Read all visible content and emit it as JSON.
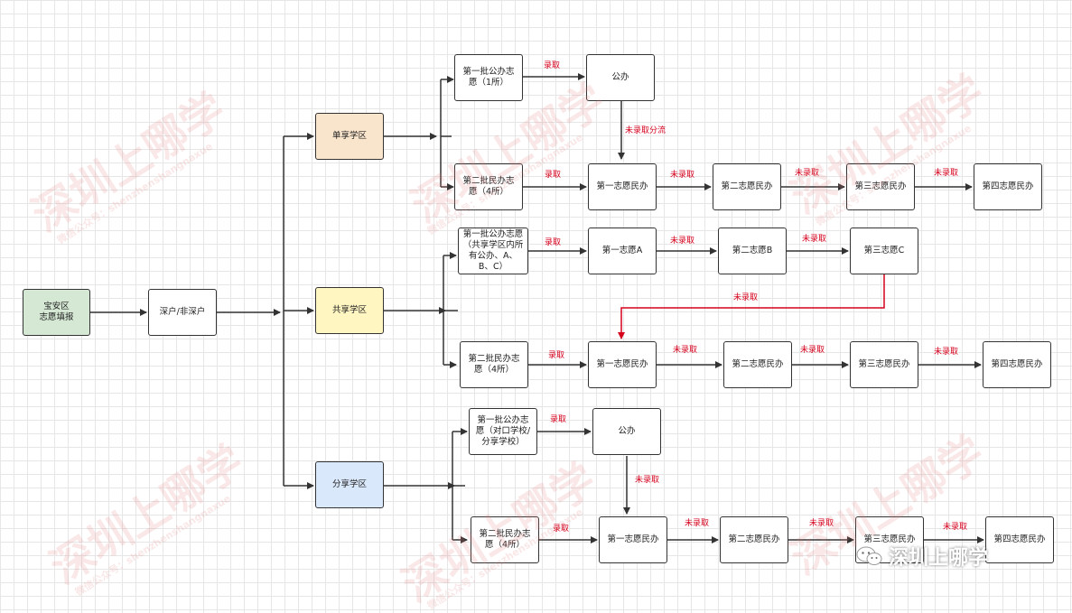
{
  "nodes": {
    "root": "宝安区\n志愿填报",
    "hukou": "深户/非深户",
    "zone_single": "单享学区",
    "zone_shared": "共享学区",
    "zone_split": "分享学区",
    "s1_batch1": "第一批公办志愿（1所）",
    "s1_public": "公办",
    "s1_batch2": "第二批民办志愿（4所）",
    "s1_p1": "第一志愿民办",
    "s1_p2": "第二志愿民办",
    "s1_p3": "第三志愿民办",
    "s1_p4": "第四志愿民办",
    "s2_batch1": "第一批公办志愿（共享学区内所有公办、A、B、C）",
    "s2_c1": "第一志愿A",
    "s2_c2": "第二志愿B",
    "s2_c3": "第三志愿C",
    "s2_batch2": "第二批民办志愿（4所）",
    "s2_p1": "第一志愿民办",
    "s2_p2": "第二志愿民办",
    "s2_p3": "第三志愿民办",
    "s2_p4": "第四志愿民办",
    "s3_batch1": "第一批公办志愿（对口学校/分享学校）",
    "s3_public": "公办",
    "s3_batch2": "第二批民办志愿（4所）",
    "s3_p1": "第一志愿民办",
    "s3_p2": "第二志愿民办",
    "s3_p3": "第三志愿民办",
    "s3_p4": "第四志愿民办"
  },
  "edge_labels": {
    "admit": "录取",
    "not_admit": "未录取",
    "not_admit_divert": "未录取分流"
  },
  "watermark": {
    "big": "深圳上哪学",
    "small": "微信公众号：shenzhenshangnaxue"
  },
  "brand": "深圳上哪学",
  "colors": {
    "green": "#d5e8d4",
    "orange": "#f9e4cc",
    "yellow": "#fff6c2",
    "blue": "#dae8fc",
    "edge": "#333333",
    "highlight_edge": "#d6001c"
  }
}
